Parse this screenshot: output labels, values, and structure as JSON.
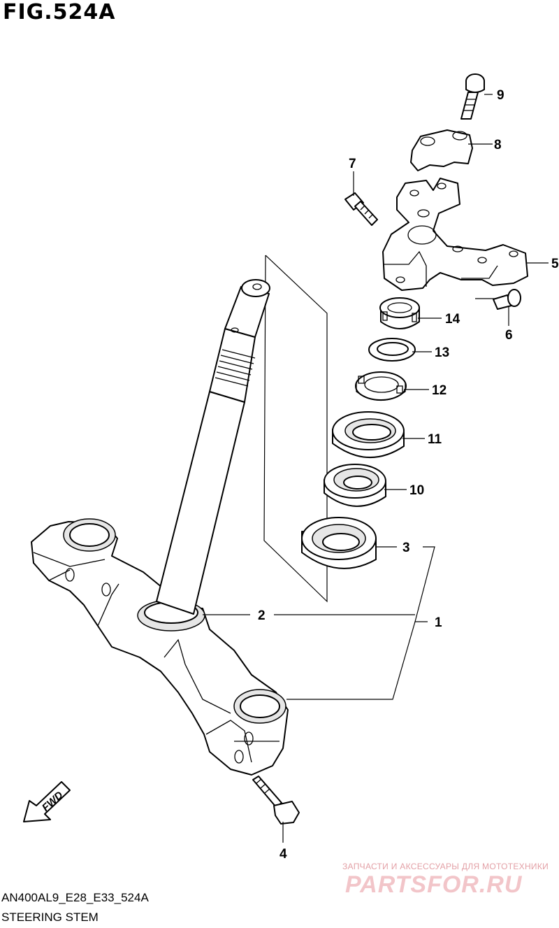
{
  "figure": {
    "title": "FIG.524A",
    "model_code": "AN400AL9_E28_E33_524A",
    "section_name": "STEERING STEM"
  },
  "callouts": [
    "1",
    "2",
    "3",
    "4",
    "5",
    "6",
    "7",
    "8",
    "9",
    "10",
    "11",
    "12",
    "13",
    "14"
  ],
  "fwd_label": "FWD",
  "watermark": {
    "tagline": "ЗАПЧАСТИ И АКСЕССУАРЫ ДЛЯ МОТОТЕХНИКИ",
    "logo": "PARTSFOR.RU"
  }
}
